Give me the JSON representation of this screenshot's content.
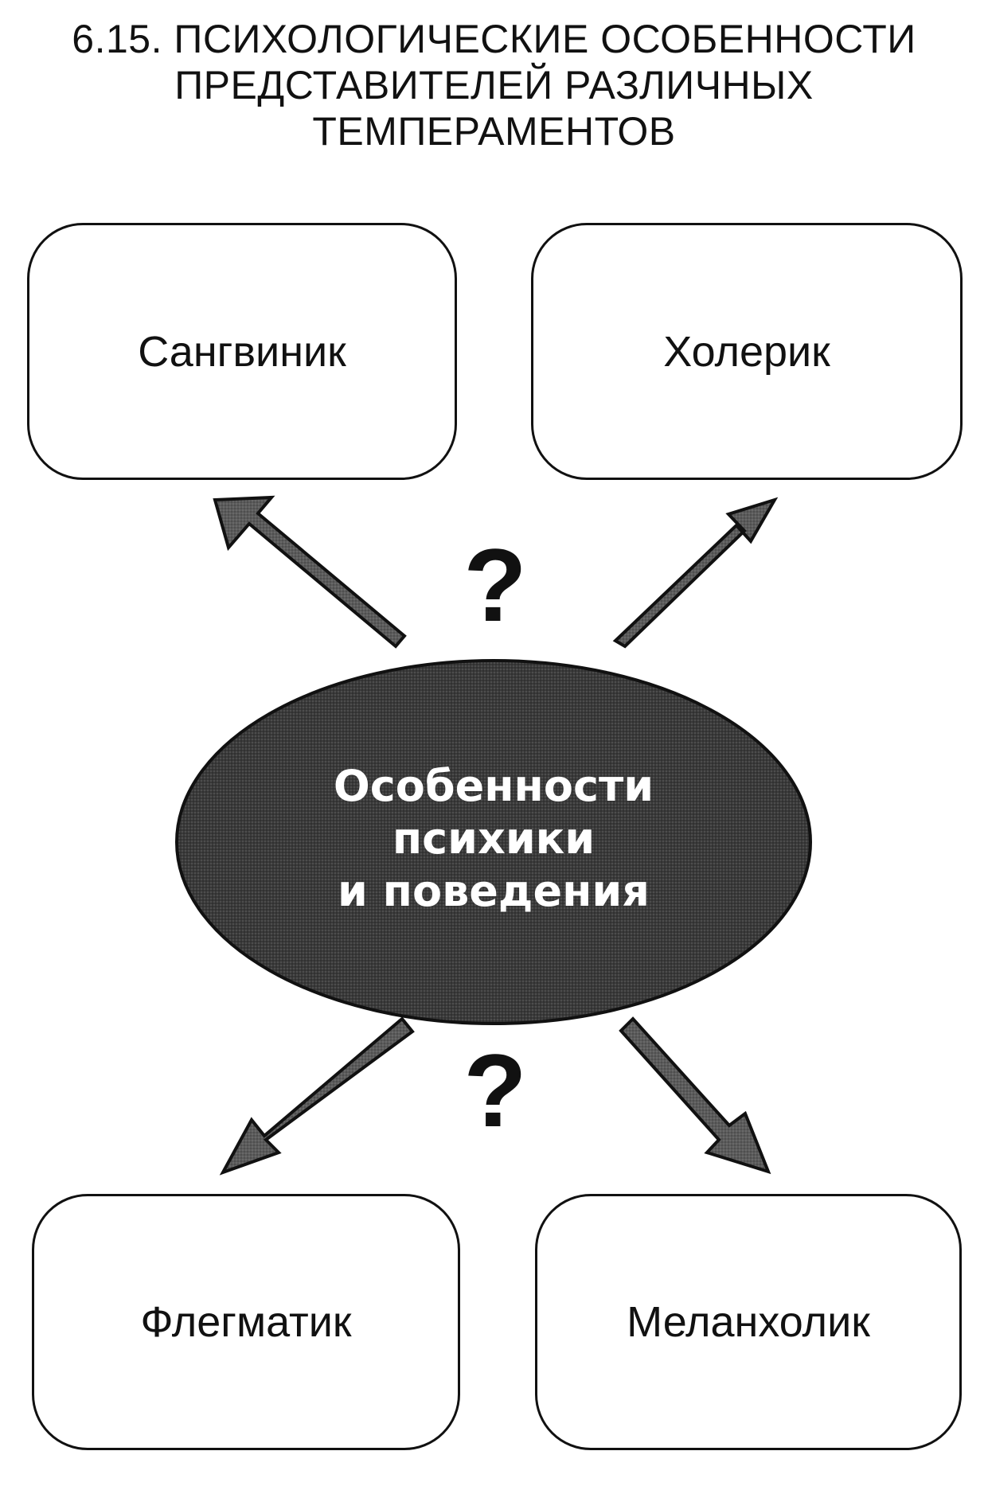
{
  "title": {
    "line1": "6.15. ПСИХОЛОГИЧЕСКИЕ ОСОБЕННОСТИ",
    "line2": "ПРЕДСТАВИТЕЛЕЙ РАЗЛИЧНЫХ",
    "line3": "ТЕМПЕРАМЕНТОВ"
  },
  "center": {
    "line1": "Особенности",
    "line2": "психики",
    "line3": "и поведения"
  },
  "boxes": {
    "sanguine": "Сангвиник",
    "choleric": "Холерик",
    "phlegmatic": "Флегматик",
    "melancholic": "Меланхолик"
  },
  "question_marks": {
    "top": "?",
    "bottom": "?"
  },
  "colors": {
    "ellipse_fill": "#3a3a3a",
    "arrow_fill": "#555555",
    "outline": "#111111"
  }
}
